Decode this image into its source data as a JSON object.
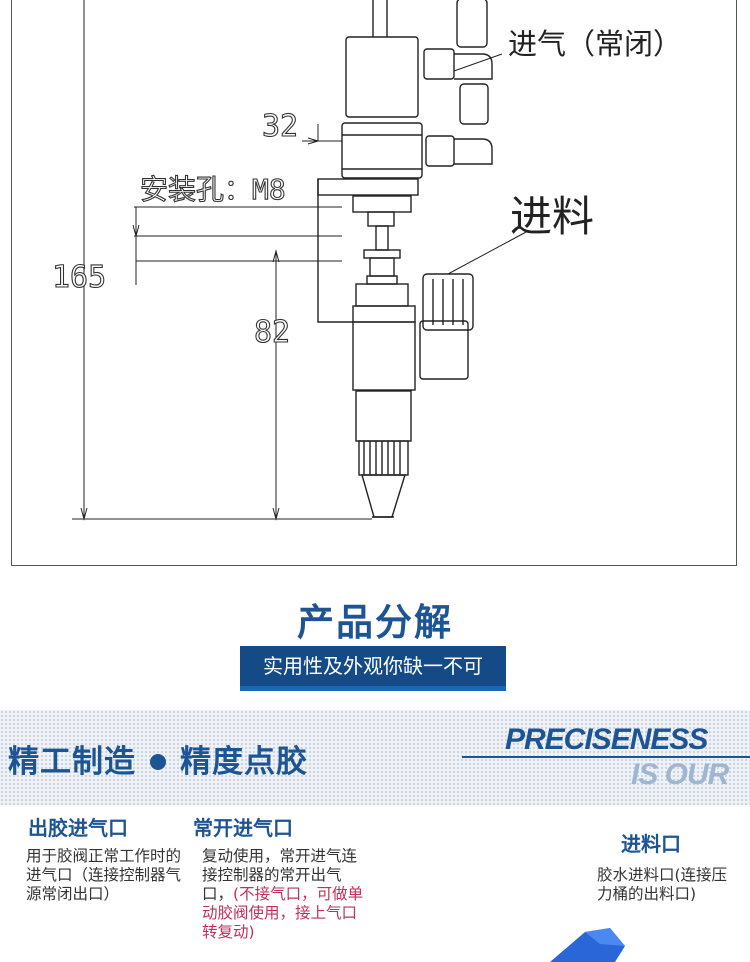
{
  "drawing": {
    "labels": {
      "air_inlet_nc": "进气（常闭）",
      "material_inlet": "进料",
      "mount_hole": "安装孔：M8"
    },
    "dimensions": [
      "32",
      "165",
      "82"
    ]
  },
  "section": {
    "title": "产品分解",
    "subtitle": "实用性及外观你缺一不可"
  },
  "banner": {
    "heading_left": "精工制造",
    "heading_right": "精度点胶",
    "english_line1": "PRECISENESS",
    "english_line2": "IS OUR"
  },
  "parts": [
    {
      "title": "出胶进气口",
      "desc": "用于胶阀正常工作时的进气口（连接控制器气源常闭出口）"
    },
    {
      "title": "常开进气口",
      "desc": "复动使用，常开进气连接控制器的常开出气口，",
      "desc_highlight": "(不接气口，可做单动胶阀使用，接上气口转复动)"
    },
    {
      "title": "进料口",
      "desc": "胶水进料口(连接压力桶的出料口)"
    }
  ],
  "colors": {
    "brand_blue": "#1d5494",
    "highlight_red": "#c0305a",
    "light_blue": "#9fb6d0"
  }
}
